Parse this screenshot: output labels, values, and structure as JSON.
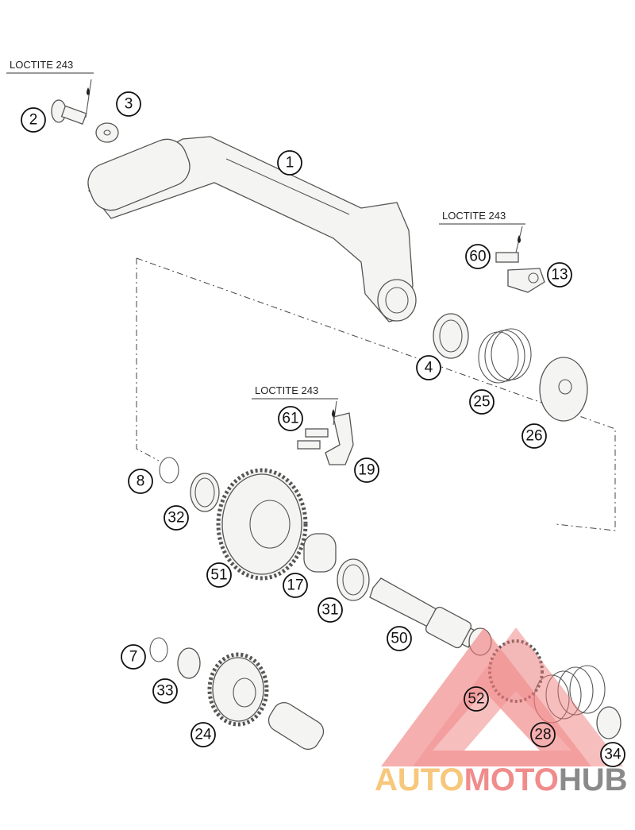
{
  "title": "Kick starter exploded parts diagram",
  "loctite_labels": [
    "LOCTITE 243",
    "LOCTITE 243",
    "LOCTITE 243"
  ],
  "callouts": {
    "c1": "1",
    "c2": "2",
    "c3": "3",
    "c4": "4",
    "c7": "7",
    "c8": "8",
    "c13": "13",
    "c17": "17",
    "c19": "19",
    "c24": "24",
    "c25": "25",
    "c26": "26",
    "c28": "28",
    "c31": "31",
    "c32": "32",
    "c33": "33",
    "c34": "34",
    "c50": "50",
    "c51": "51",
    "c52": "52",
    "c60": "60",
    "c61": "61"
  },
  "watermark": {
    "part1": "AUTO",
    "part2": "MOTO",
    "part3": "HUB",
    "colors": {
      "auto": "#f7c77c",
      "moto": "#f08c8c",
      "hub": "#8a8a8a",
      "triangle": "#f07a7a"
    }
  }
}
